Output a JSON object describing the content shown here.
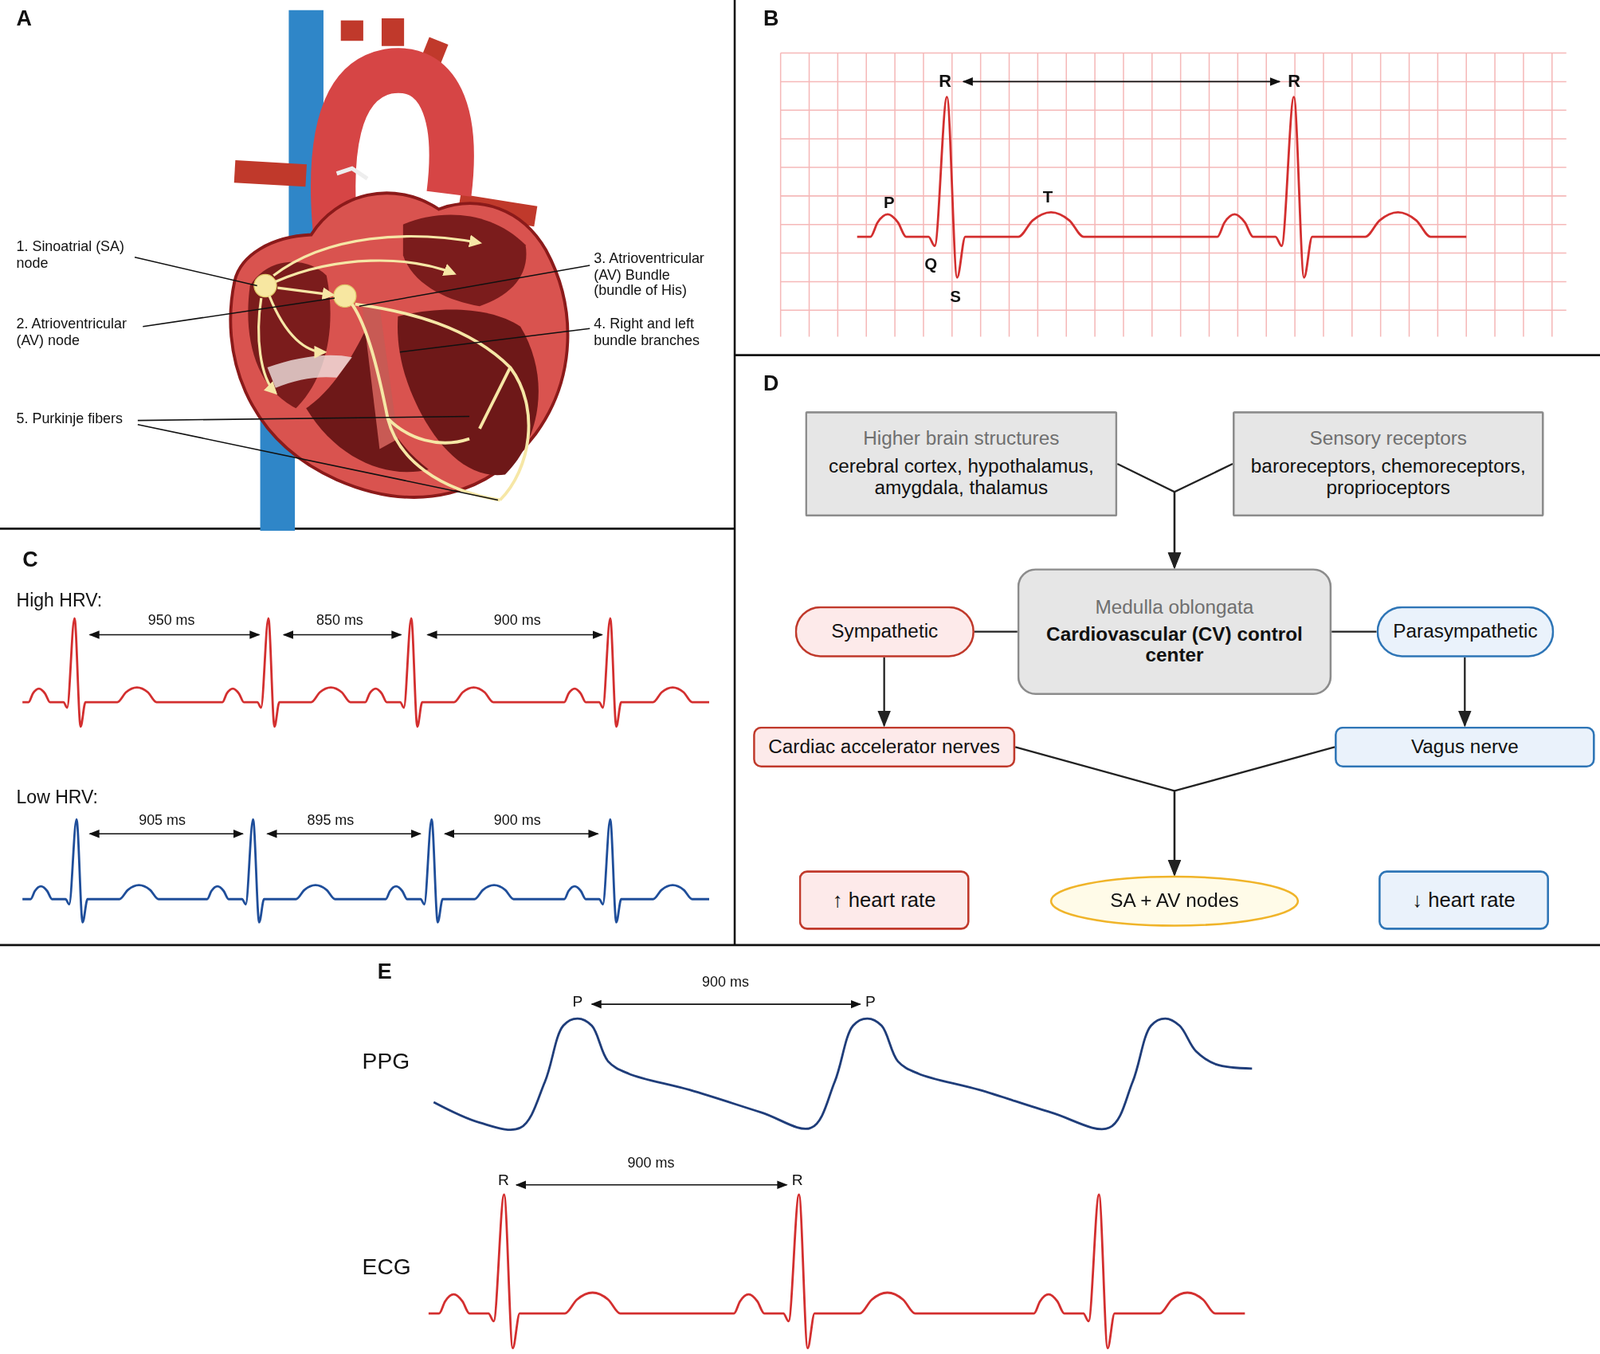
{
  "diagram": {
    "nodes": [
      {
        "text": [
          "Higher brain structures",
          "cerebral cortex, hypothalamus, amygdala, thalamus"
        ]
      },
      {
        "text": [
          "Sensory receptors",
          "baroreceptors, chemoreceptors, proprioceptors"
        ]
      },
      {
        "text": [
          "Sympathetic"
        ]
      },
      {
        "text": [
          "Medulla oblongata",
          "Cardiovascular (CV) control center"
        ]
      },
      {
        "text": [
          "Parasympathetic"
        ]
      },
      {
        "text": [
          "Cardiac accelerator nerves"
        ]
      },
      {
        "text": [
          "Vagus nerve"
        ]
      },
      {
        "text": [
          "↑ heart rate"
        ]
      },
      {
        "text": [
          "SA + AV nodes"
        ]
      },
      {
        "text": [
          "↓ heart rate"
        ]
      }
    ],
    "edges": [
      {
        "from": 0,
        "to": 3,
        "arrow": "to"
      },
      {
        "from": 1,
        "to": 3,
        "arrow": "to"
      },
      {
        "from": 3,
        "to": 2,
        "arrow": "none"
      },
      {
        "from": 3,
        "to": 4,
        "arrow": "none"
      },
      {
        "from": 2,
        "to": 5,
        "arrow": "to"
      },
      {
        "from": 4,
        "to": 6,
        "arrow": "to"
      },
      {
        "from": 5,
        "to": 8,
        "arrow": "to"
      },
      {
        "from": 6,
        "to": 8,
        "arrow": "to"
      }
    ],
    "labels": [
      "A",
      "1. Sinoatrial (SA) node",
      "2. Atrioventricular (AV) node",
      "3. Atrioventricular (AV) Bundle (bundle of His)",
      "4. Right and left bundle branches",
      "5. Purkinje fibers",
      "B",
      "R",
      "R",
      "P",
      "T",
      "Q",
      "S",
      "C",
      "High HRV:",
      "950 ms",
      "850 ms",
      "900 ms",
      "Low HRV:",
      "905 ms",
      "895 ms",
      "900 ms",
      "D",
      "E",
      "900 ms",
      "P",
      "P",
      "PPG",
      "900 ms",
      "R",
      "R",
      "ECG"
    ]
  }
}
